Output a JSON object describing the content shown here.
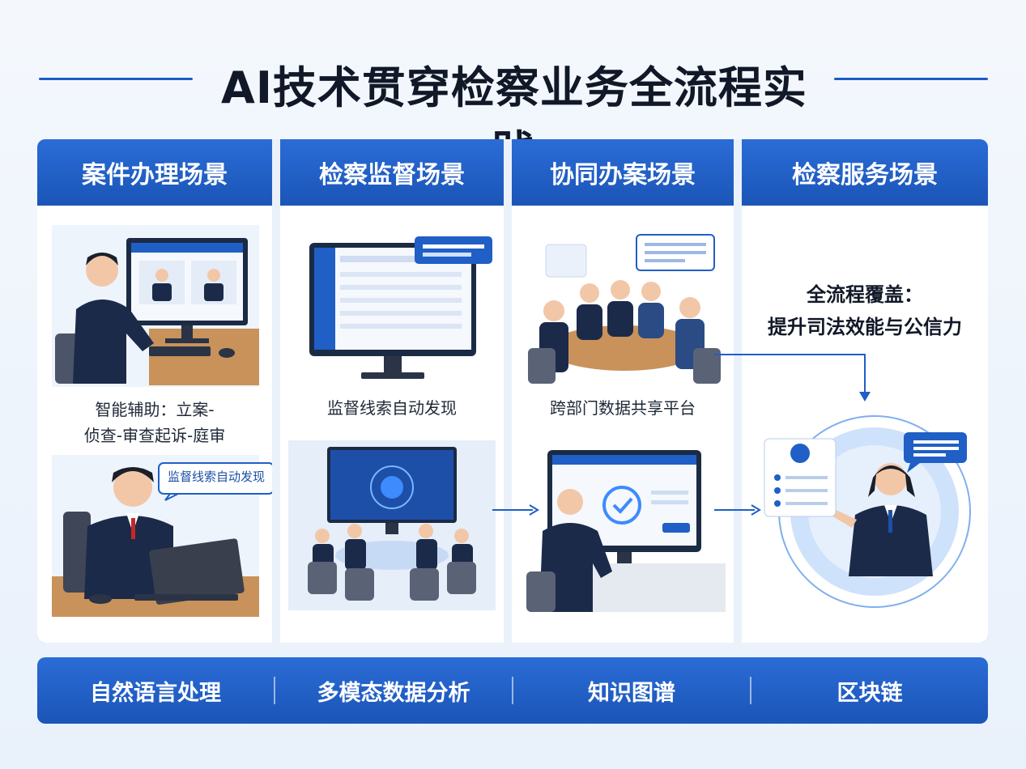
{
  "title": "AI技术贯穿检察业务全流程实践",
  "columns": [
    {
      "heading": "案件办理场景",
      "caption_line1": "智能辅助：立案-",
      "caption_line2": "侦查-审查起诉-庭审",
      "bubble": "监督线索自动发现"
    },
    {
      "heading": "检察监督场景",
      "caption": "监督线索自动发现"
    },
    {
      "heading": "协同办案场景",
      "caption": "跨部门数据共享平台"
    },
    {
      "heading": "检察服务场景",
      "slogan_line1": "全流程覆盖：",
      "slogan_line2": "提升司法效能与公信力"
    }
  ],
  "technologies": [
    "自然语言处理",
    "多模态数据分析",
    "知识图谱",
    "区块链"
  ],
  "colors": {
    "primary": "#1f5fc6",
    "header": "#2a6cd6",
    "suit": "#1c2a4a",
    "background": "#eef4fb"
  }
}
